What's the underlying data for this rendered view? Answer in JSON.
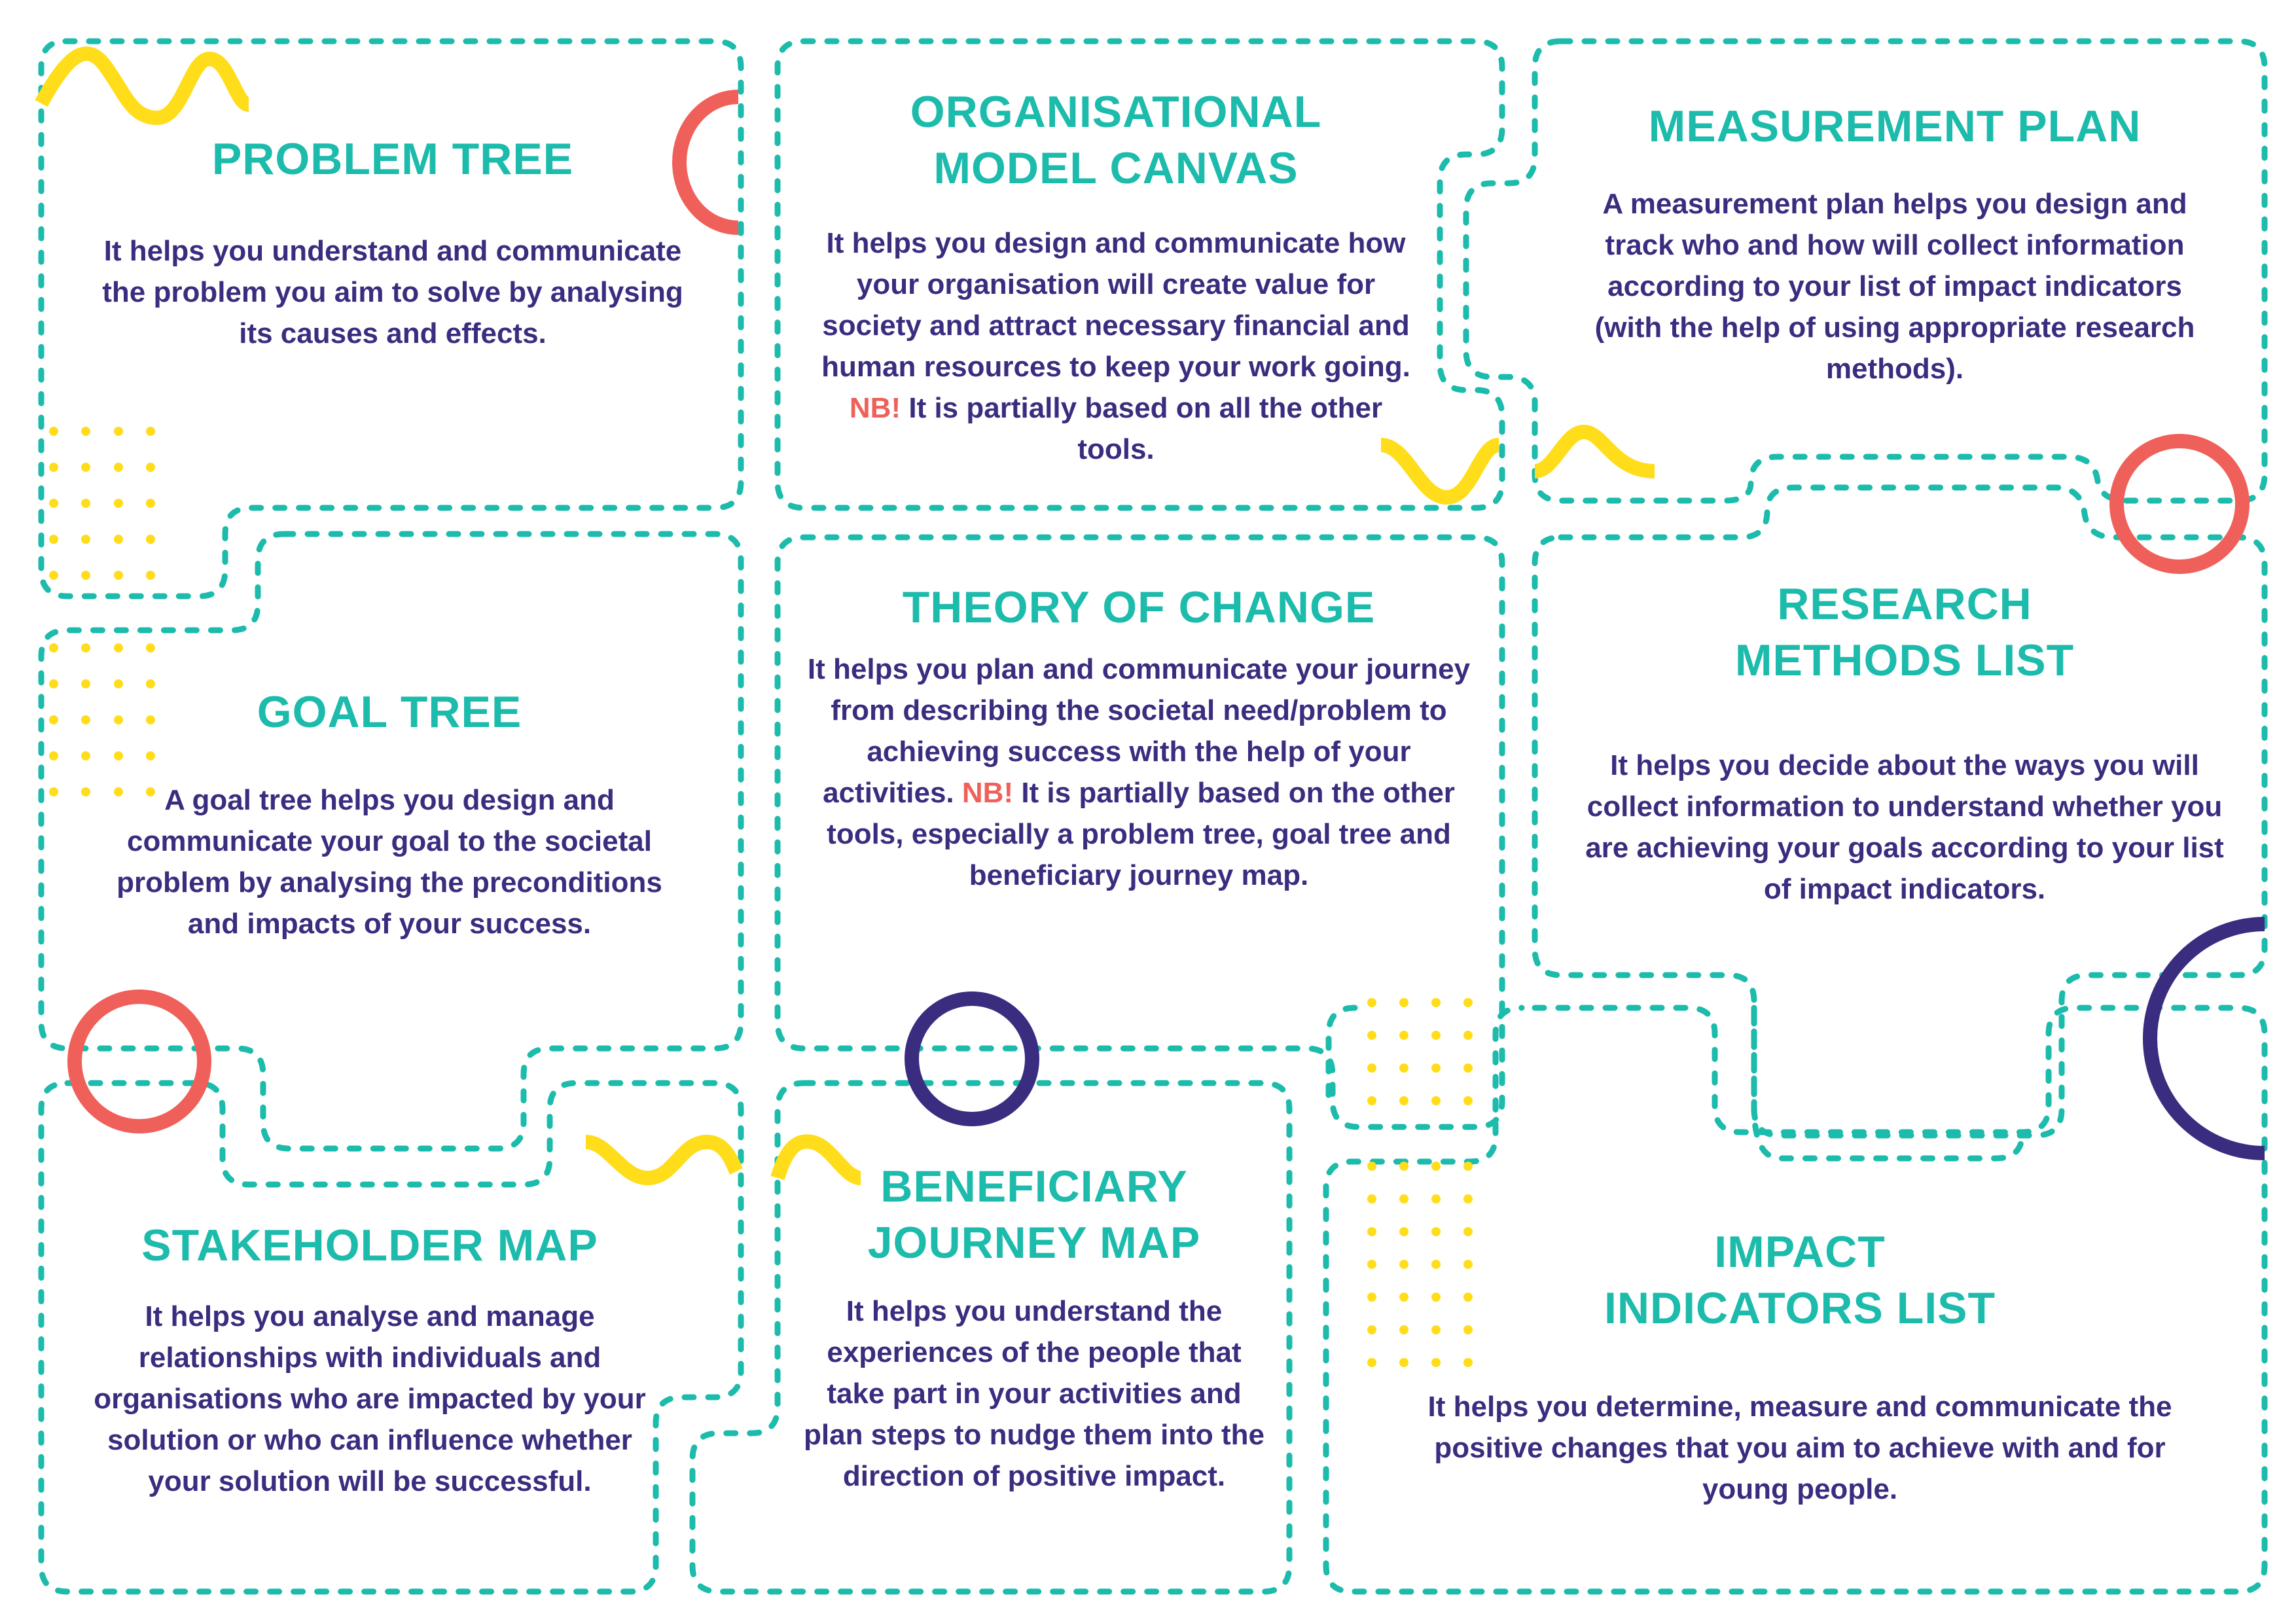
{
  "colors": {
    "teal": "#1CBBAB",
    "navy": "#3A2D7F",
    "coral": "#F0605A",
    "yellow": "#FFDD1A",
    "background": "#FFFFFF"
  },
  "cards": [
    {
      "id": "problem-tree",
      "title": [
        "PROBLEM TREE"
      ],
      "description": "It helps you understand and communicate the problem you aim to solve by analysing its causes and effects."
    },
    {
      "id": "organisational-model-canvas",
      "title": [
        "ORGANISATIONAL",
        "MODEL CANVAS"
      ],
      "description_before_nb": "It helps you design and communicate how your organisation will create value for society and attract necessary financial and human resources to keep your work going.",
      "nb_label": "NB!",
      "description_after_nb": "It is partially based on all the other tools."
    },
    {
      "id": "measurement-plan",
      "title": [
        "MEASUREMENT PLAN"
      ],
      "description": "A measurement plan helps you design and track who and how will collect information according to your list of impact indicators (with the help of using appropriate research methods)."
    },
    {
      "id": "goal-tree",
      "title": [
        "GOAL TREE"
      ],
      "description": "A goal tree helps you design and communicate your goal to the societal problem by analysing the preconditions and impacts of your success."
    },
    {
      "id": "theory-of-change",
      "title": [
        "THEORY OF CHANGE"
      ],
      "description_before_nb": "It helps you plan and communicate your journey from describing the societal need/problem to achieving success with the help of your activities.",
      "nb_label": "NB!",
      "description_after_nb": "It is partially based on the other tools, especially a problem tree, goal tree and beneficiary journey map."
    },
    {
      "id": "research-methods-list",
      "title": [
        "RESEARCH",
        "METHODS LIST"
      ],
      "description": "It helps you decide about the ways you will collect information to understand whether you are achieving your goals according to your list of impact indicators."
    },
    {
      "id": "stakeholder-map",
      "title": [
        "STAKEHOLDER MAP"
      ],
      "description": "It helps you analyse and manage relationships with individuals and organisations who are impacted by your solution or who can influence whether your solution will be successful."
    },
    {
      "id": "beneficiary-journey-map",
      "title": [
        "BENEFICIARY",
        "JOURNEY MAP"
      ],
      "description": "It helps you understand the experiences of the people that take part in your activities and plan steps to nudge them into the direction of positive impact."
    },
    {
      "id": "impact-indicators-list",
      "title": [
        "IMPACT",
        "INDICATORS LIST"
      ],
      "description": "It helps you determine, measure and communicate the positive changes that you aim to achieve with and for young people."
    }
  ]
}
